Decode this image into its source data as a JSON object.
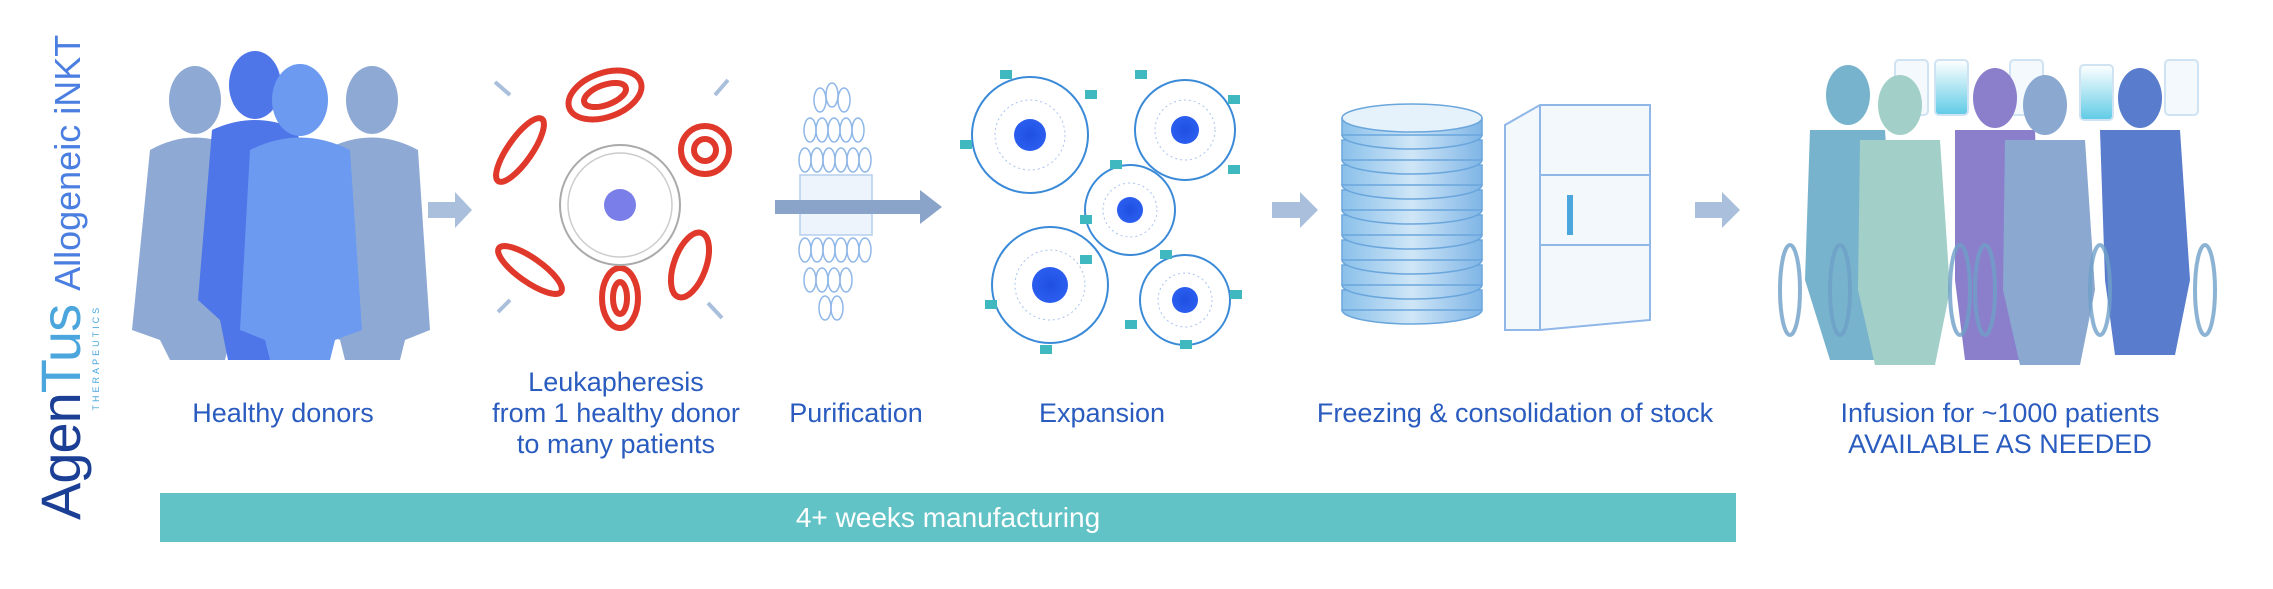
{
  "logo": {
    "brand_part1": "Agen",
    "brand_part2": "Tus",
    "brand_sub": "THERAPEUTICS",
    "product": "Allogeneic iNKT"
  },
  "steps": [
    {
      "label_lines": [
        "Healthy donors"
      ]
    },
    {
      "label_lines": [
        "Leukapheresis",
        "from 1 healthy donor",
        "to many patients"
      ]
    },
    {
      "label_lines": [
        "Purification"
      ]
    },
    {
      "label_lines": [
        "Expansion"
      ]
    },
    {
      "label_lines": [
        "Freezing & consolidation of stock"
      ]
    },
    {
      "label_lines": [
        "Infusion for ~1000 patients",
        "AVAILABLE AS NEEDED"
      ]
    }
  ],
  "timeline_bar": {
    "label": "4+ weeks manufacturing"
  },
  "colors": {
    "text": "#2a5cbf",
    "bar": "#62c3c7",
    "arrow": "#a9bfdc",
    "red_cell": "#e0392b",
    "cell_blue": "#1f4fe0",
    "teal": "#3fb8c0"
  },
  "icons": [
    "donor-silhouettes",
    "red-blood-cells",
    "white-cell",
    "purification-lattice",
    "expanding-cells",
    "petri-dish-stack",
    "freezer",
    "patients-wheelchairs",
    "iv-bags",
    "process-arrow"
  ]
}
